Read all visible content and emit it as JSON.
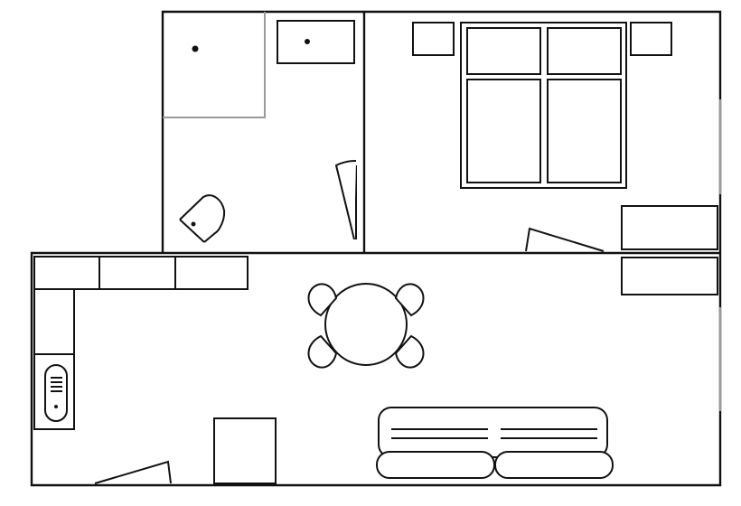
{
  "plan": {
    "rooms": [
      "bathroom",
      "bedroom",
      "living-kitchen"
    ],
    "furniture": [
      "shower-tray",
      "bathroom-sink",
      "toilet",
      "double-bed",
      "nightstand-left",
      "nightstand-right",
      "dresser",
      "kitchen-counter",
      "kitchen-sink",
      "dining-table",
      "dining-chairs",
      "sofa",
      "cabinet"
    ],
    "doors": [
      "bathroom-door",
      "bedroom-door",
      "entrance-door"
    ],
    "colors": {
      "line": "#111111",
      "background": "#ffffff",
      "shower_outline": "#9a9a9a"
    }
  }
}
